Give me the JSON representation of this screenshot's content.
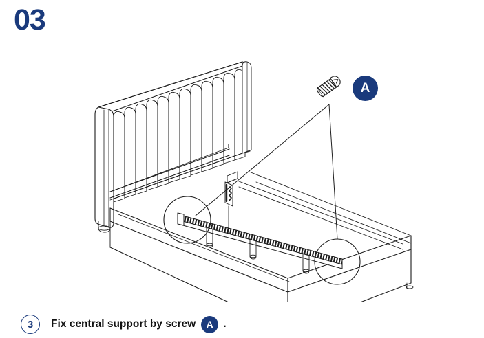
{
  "step": {
    "number_label": "03",
    "caption_index": "3",
    "caption_text": "Fix central support by screw",
    "caption_period": "."
  },
  "parts": {
    "screw_badge_label": "A",
    "caption_badge_label": "A",
    "screw_icon_name": "screw-icon"
  },
  "colors": {
    "brand_navy": "#1a3a7c",
    "line": "#1d1d1d",
    "page_background": "#ffffff",
    "badge_text": "#ffffff",
    "caption_text": "#111111"
  },
  "illustration": {
    "subject": "upholstered bed frame with channel-tufted headboard",
    "headboard_channel_count": 11,
    "central_support_leg_count": 3,
    "highlight_circle_count": 2,
    "leader_line_count": 2,
    "callout_items": [
      "screw-icon",
      "part-badge-a"
    ]
  }
}
